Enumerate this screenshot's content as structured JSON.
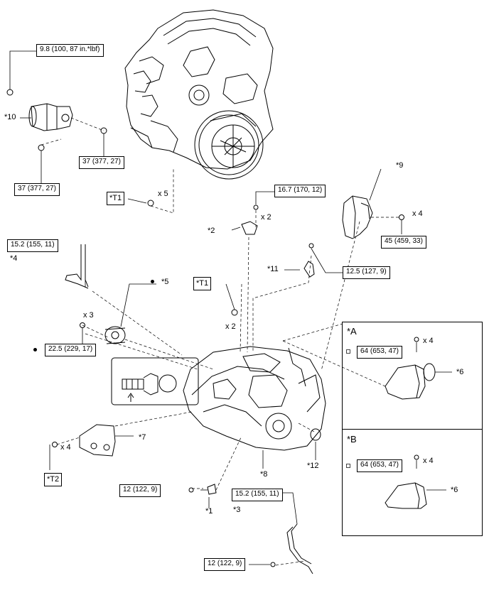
{
  "torque": {
    "starter_top": "9.8 (100, 87 in.*lbf)",
    "starter_bolt_right": "37 (377, 27)",
    "starter_bolt_left": "37 (377, 27)",
    "sensor_bolt": "16.7 (170, 12)",
    "mount_bolt_9": "45 (459, 33)",
    "tube_union": "15.2 (155, 11)",
    "bracket_bolt_11": "12.5 (127, 9)",
    "cylinder_bolt": "22.5 (229, 17)",
    "panel_a_bolt": "64 (653, 47)",
    "panel_b_bolt": "64 (653, 47)",
    "clamp_bolt_1": "12 (122, 9)",
    "hose_union_3": "15.2 (155, 11)",
    "hose_bolt_3": "12 (122, 9)"
  },
  "tools": {
    "t1_top": "*T1",
    "t1_mid": "*T1",
    "t2": "*T2"
  },
  "callouts": {
    "c1": "*1",
    "c2": "*2",
    "c3": "*3",
    "c4": "*4",
    "c5": "*5",
    "c6a": "*6",
    "c6b": "*6",
    "c7": "*7",
    "c8": "*8",
    "c9": "*9",
    "c10": "*10",
    "c11": "*11",
    "c12": "*12"
  },
  "quantities": {
    "q_t1_top": "x 5",
    "q_sensor": "x 2",
    "q_mount9": "x 4",
    "q_t1_mid": "x 2",
    "q_cyl": "x 3",
    "q_t2": "x 4",
    "q_panel_a": "x 4",
    "q_panel_b": "x 4"
  },
  "panels": {
    "a_label": "*A",
    "b_label": "*B"
  }
}
